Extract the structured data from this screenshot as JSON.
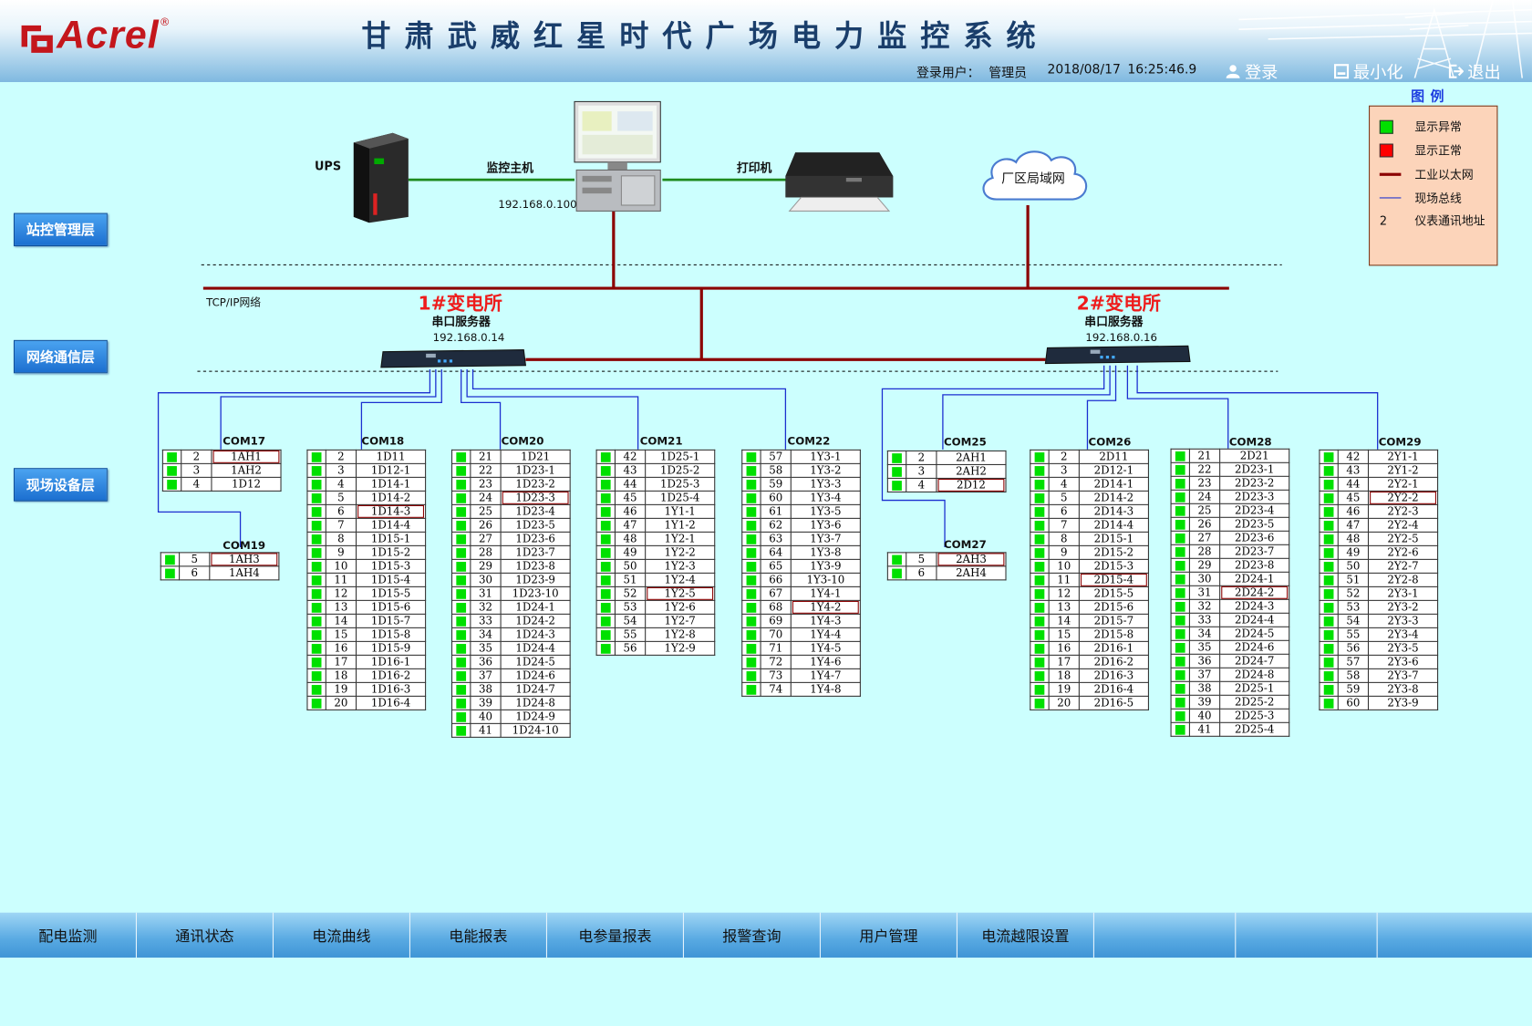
{
  "header": {
    "logo_text": "Acrel",
    "logo_reg": "®",
    "title": "甘肃武威红星时代广场电力监控系统",
    "login_label": "登录用户：",
    "user": "管理员",
    "date": "2018/08/17",
    "time": "16:25:46.9",
    "btn_login": "登录",
    "btn_minimize": "最小化",
    "btn_exit": "退出"
  },
  "layers": {
    "station": "站控管理层",
    "network": "网络通信层",
    "field": "现场设备层"
  },
  "legend": {
    "title": "图例",
    "items": [
      {
        "symbol": "green-square",
        "label": "显示异常"
      },
      {
        "symbol": "red-square",
        "label": "显示正常"
      },
      {
        "symbol": "dark-red-line",
        "label": "工业以太网"
      },
      {
        "symbol": "blue-line",
        "label": "现场总线"
      },
      {
        "symbol": "number",
        "num": "2",
        "label": "仪表通讯地址"
      }
    ]
  },
  "devices": {
    "ups": "UPS",
    "host": "监控主机",
    "host_ip": "192.168.0.100",
    "printer": "打印机",
    "lan": "厂区局域网"
  },
  "network": {
    "tcp_label": "TCP/IP网络",
    "sub1_title": "1#变电所",
    "sub1_server": "串口服务器",
    "sub1_ip": "192.168.0.14",
    "sub2_title": "2#变电所",
    "sub2_server": "串口服务器",
    "sub2_ip": "192.168.0.16"
  },
  "colors": {
    "normal": "#00e000",
    "ethernet": "#8b0000",
    "fieldbus": "#1c2fd0",
    "legend_bg": "#fcd4ba"
  },
  "coms": [
    {
      "label": "COM17",
      "rows": [
        [
          "2",
          "1AH1",
          1
        ],
        [
          "3",
          "1AH2",
          0
        ],
        [
          "4",
          "1D12",
          0
        ]
      ]
    },
    {
      "label": "COM19",
      "rows": [
        [
          "5",
          "1AH3",
          1
        ],
        [
          "6",
          "1AH4",
          0
        ]
      ]
    },
    {
      "label": "COM18",
      "rows": [
        [
          "2",
          "1D11",
          0
        ],
        [
          "3",
          "1D12-1",
          0
        ],
        [
          "4",
          "1D14-1",
          0
        ],
        [
          "5",
          "1D14-2",
          0
        ],
        [
          "6",
          "1D14-3",
          1
        ],
        [
          "7",
          "1D14-4",
          0
        ],
        [
          "8",
          "1D15-1",
          0
        ],
        [
          "9",
          "1D15-2",
          0
        ],
        [
          "10",
          "1D15-3",
          0
        ],
        [
          "11",
          "1D15-4",
          0
        ],
        [
          "12",
          "1D15-5",
          0
        ],
        [
          "13",
          "1D15-6",
          0
        ],
        [
          "14",
          "1D15-7",
          0
        ],
        [
          "15",
          "1D15-8",
          0
        ],
        [
          "16",
          "1D15-9",
          0
        ],
        [
          "17",
          "1D16-1",
          0
        ],
        [
          "18",
          "1D16-2",
          0
        ],
        [
          "19",
          "1D16-3",
          0
        ],
        [
          "20",
          "1D16-4",
          0
        ]
      ]
    },
    {
      "label": "COM20",
      "rows": [
        [
          "21",
          "1D21",
          0
        ],
        [
          "22",
          "1D23-1",
          0
        ],
        [
          "23",
          "1D23-2",
          0
        ],
        [
          "24",
          "1D23-3",
          1
        ],
        [
          "25",
          "1D23-4",
          0
        ],
        [
          "26",
          "1D23-5",
          0
        ],
        [
          "27",
          "1D23-6",
          0
        ],
        [
          "28",
          "1D23-7",
          0
        ],
        [
          "29",
          "1D23-8",
          0
        ],
        [
          "30",
          "1D23-9",
          0
        ],
        [
          "31",
          "1D23-10",
          0
        ],
        [
          "32",
          "1D24-1",
          0
        ],
        [
          "33",
          "1D24-2",
          0
        ],
        [
          "34",
          "1D24-3",
          0
        ],
        [
          "35",
          "1D24-4",
          0
        ],
        [
          "36",
          "1D24-5",
          0
        ],
        [
          "37",
          "1D24-6",
          0
        ],
        [
          "38",
          "1D24-7",
          0
        ],
        [
          "39",
          "1D24-8",
          0
        ],
        [
          "40",
          "1D24-9",
          0
        ],
        [
          "41",
          "1D24-10",
          0
        ]
      ]
    },
    {
      "label": "COM21",
      "rows": [
        [
          "42",
          "1D25-1",
          0
        ],
        [
          "43",
          "1D25-2",
          0
        ],
        [
          "44",
          "1D25-3",
          0
        ],
        [
          "45",
          "1D25-4",
          0
        ],
        [
          "46",
          "1Y1-1",
          0
        ],
        [
          "47",
          "1Y1-2",
          0
        ],
        [
          "48",
          "1Y2-1",
          0
        ],
        [
          "49",
          "1Y2-2",
          0
        ],
        [
          "50",
          "1Y2-3",
          0
        ],
        [
          "51",
          "1Y2-4",
          0
        ],
        [
          "52",
          "1Y2-5",
          1
        ],
        [
          "53",
          "1Y2-6",
          0
        ],
        [
          "54",
          "1Y2-7",
          0
        ],
        [
          "55",
          "1Y2-8",
          0
        ],
        [
          "56",
          "1Y2-9",
          0
        ]
      ]
    },
    {
      "label": "COM22",
      "rows": [
        [
          "57",
          "1Y3-1",
          0
        ],
        [
          "58",
          "1Y3-2",
          0
        ],
        [
          "59",
          "1Y3-3",
          0
        ],
        [
          "60",
          "1Y3-4",
          0
        ],
        [
          "61",
          "1Y3-5",
          0
        ],
        [
          "62",
          "1Y3-6",
          0
        ],
        [
          "63",
          "1Y3-7",
          0
        ],
        [
          "64",
          "1Y3-8",
          0
        ],
        [
          "65",
          "1Y3-9",
          0
        ],
        [
          "66",
          "1Y3-10",
          0
        ],
        [
          "67",
          "1Y4-1",
          0
        ],
        [
          "68",
          "1Y4-2",
          1
        ],
        [
          "69",
          "1Y4-3",
          0
        ],
        [
          "70",
          "1Y4-4",
          0
        ],
        [
          "71",
          "1Y4-5",
          0
        ],
        [
          "72",
          "1Y4-6",
          0
        ],
        [
          "73",
          "1Y4-7",
          0
        ],
        [
          "74",
          "1Y4-8",
          0
        ]
      ]
    },
    {
      "label": "COM25",
      "rows": [
        [
          "2",
          "2AH1",
          0
        ],
        [
          "3",
          "2AH2",
          0
        ],
        [
          "4",
          "2D12",
          1
        ]
      ]
    },
    {
      "label": "COM27",
      "rows": [
        [
          "5",
          "2AH3",
          1
        ],
        [
          "6",
          "2AH4",
          0
        ]
      ]
    },
    {
      "label": "COM26",
      "rows": [
        [
          "2",
          "2D11",
          0
        ],
        [
          "3",
          "2D12-1",
          0
        ],
        [
          "4",
          "2D14-1",
          0
        ],
        [
          "5",
          "2D14-2",
          0
        ],
        [
          "6",
          "2D14-3",
          0
        ],
        [
          "7",
          "2D14-4",
          0
        ],
        [
          "8",
          "2D15-1",
          0
        ],
        [
          "9",
          "2D15-2",
          0
        ],
        [
          "10",
          "2D15-3",
          0
        ],
        [
          "11",
          "2D15-4",
          1
        ],
        [
          "12",
          "2D15-5",
          0
        ],
        [
          "13",
          "2D15-6",
          0
        ],
        [
          "14",
          "2D15-7",
          0
        ],
        [
          "15",
          "2D15-8",
          0
        ],
        [
          "16",
          "2D16-1",
          0
        ],
        [
          "17",
          "2D16-2",
          0
        ],
        [
          "18",
          "2D16-3",
          0
        ],
        [
          "19",
          "2D16-4",
          0
        ],
        [
          "20",
          "2D16-5",
          0
        ]
      ]
    },
    {
      "label": "COM28",
      "rows": [
        [
          "21",
          "2D21",
          0
        ],
        [
          "22",
          "2D23-1",
          0
        ],
        [
          "23",
          "2D23-2",
          0
        ],
        [
          "24",
          "2D23-3",
          0
        ],
        [
          "25",
          "2D23-4",
          0
        ],
        [
          "26",
          "2D23-5",
          0
        ],
        [
          "27",
          "2D23-6",
          0
        ],
        [
          "28",
          "2D23-7",
          0
        ],
        [
          "29",
          "2D23-8",
          0
        ],
        [
          "30",
          "2D24-1",
          0
        ],
        [
          "31",
          "2D24-2",
          1
        ],
        [
          "32",
          "2D24-3",
          0
        ],
        [
          "33",
          "2D24-4",
          0
        ],
        [
          "34",
          "2D24-5",
          0
        ],
        [
          "35",
          "2D24-6",
          0
        ],
        [
          "36",
          "2D24-7",
          0
        ],
        [
          "37",
          "2D24-8",
          0
        ],
        [
          "38",
          "2D25-1",
          0
        ],
        [
          "39",
          "2D25-2",
          0
        ],
        [
          "40",
          "2D25-3",
          0
        ],
        [
          "41",
          "2D25-4",
          0
        ]
      ]
    },
    {
      "label": "COM29",
      "rows": [
        [
          "42",
          "2Y1-1",
          0
        ],
        [
          "43",
          "2Y1-2",
          0
        ],
        [
          "44",
          "2Y2-1",
          0
        ],
        [
          "45",
          "2Y2-2",
          1
        ],
        [
          "46",
          "2Y2-3",
          0
        ],
        [
          "47",
          "2Y2-4",
          0
        ],
        [
          "48",
          "2Y2-5",
          0
        ],
        [
          "49",
          "2Y2-6",
          0
        ],
        [
          "50",
          "2Y2-7",
          0
        ],
        [
          "51",
          "2Y2-8",
          0
        ],
        [
          "52",
          "2Y3-1",
          0
        ],
        [
          "53",
          "2Y3-2",
          0
        ],
        [
          "54",
          "2Y3-3",
          0
        ],
        [
          "55",
          "2Y3-4",
          0
        ],
        [
          "56",
          "2Y3-5",
          0
        ],
        [
          "57",
          "2Y3-6",
          0
        ],
        [
          "58",
          "2Y3-7",
          0
        ],
        [
          "59",
          "2Y3-8",
          0
        ],
        [
          "60",
          "2Y3-9",
          0
        ]
      ]
    }
  ],
  "tabs": [
    "配电监测",
    "通讯状态",
    "电流曲线",
    "电能报表",
    "电参量报表",
    "报警查询",
    "用户管理",
    "电流越限设置",
    "",
    ""
  ]
}
